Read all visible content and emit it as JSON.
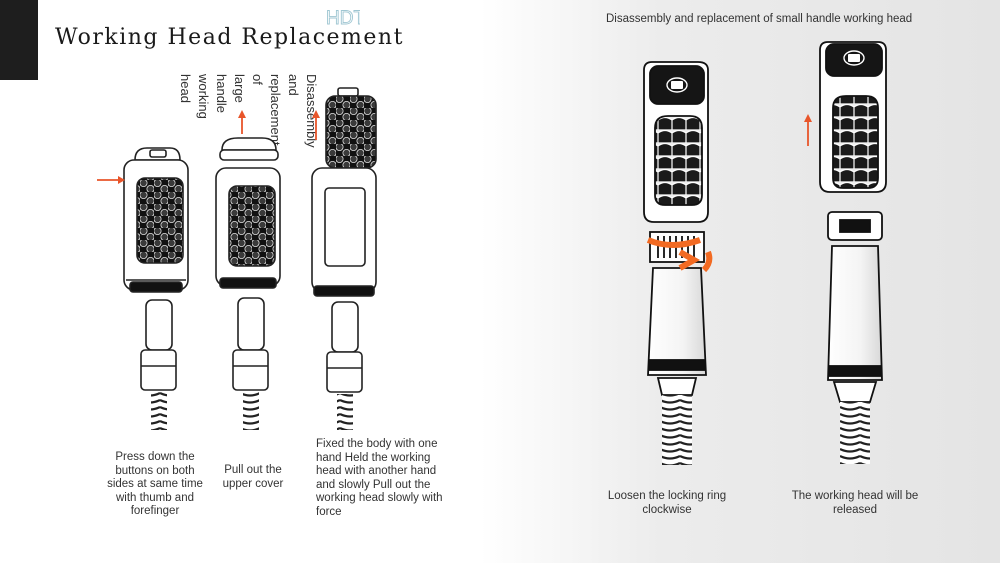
{
  "logo_text": "HDT",
  "title": "Working Head Replacement",
  "left_section": {
    "vertical_title": "Disassembly and replacement of large handle working head",
    "steps": [
      {
        "caption": "Press down the buttons on both sides at same time with thumb and forefinger"
      },
      {
        "caption": "Pull out the upper cover"
      },
      {
        "caption": "Fixed the body with one hand Held the working head with another hand and slowly Pull out the working head slowly with force"
      }
    ]
  },
  "right_section": {
    "title": "Disassembly and replacement of small handle working head",
    "steps": [
      {
        "caption": "Loosen the locking ring clockwise"
      },
      {
        "caption": "The working head will be released"
      }
    ]
  },
  "colors": {
    "accent_arrow": "#e8552a",
    "dark_tab": "#1e1e1e"
  }
}
